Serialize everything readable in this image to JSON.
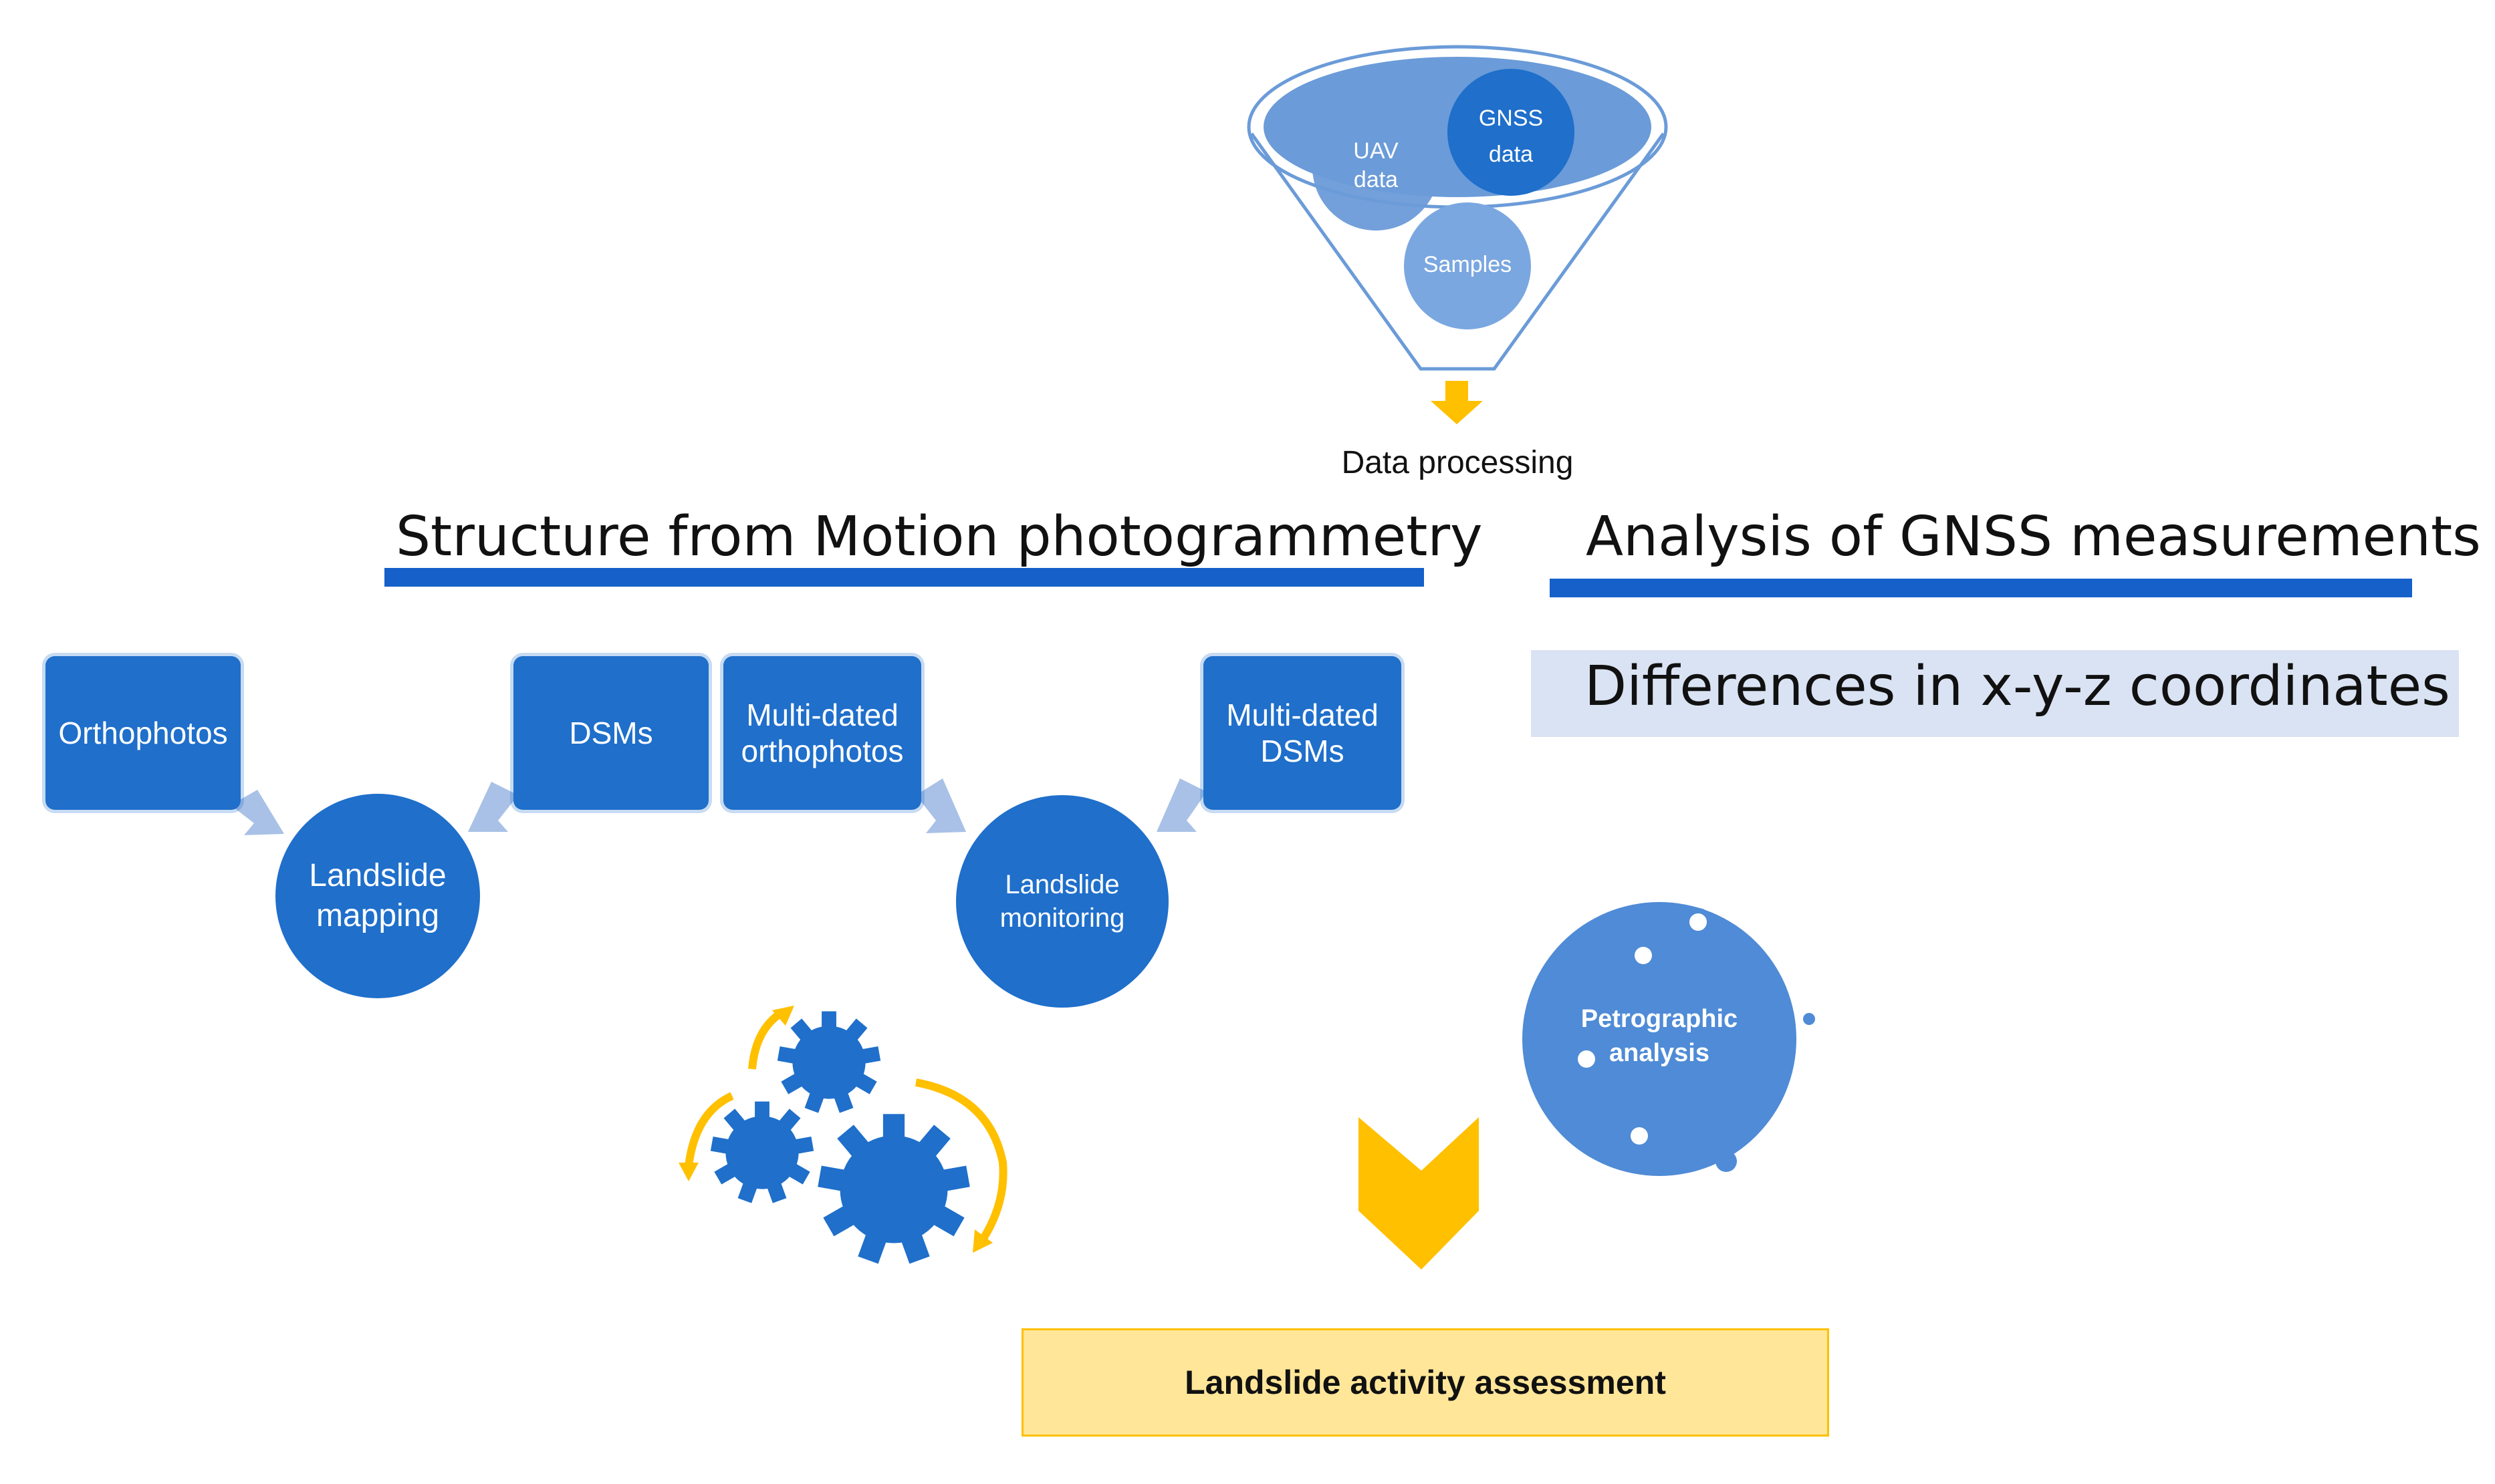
{
  "funnel": {
    "items": [
      "UAV data",
      "GNSS data",
      "Samples"
    ],
    "uav_label": "UAV\ndata",
    "gnss_label": "GNSS\ndata",
    "samples_label": "Samples",
    "output_label": "Data processing"
  },
  "sfm": {
    "heading": "Structure from Motion photogrammetry",
    "orthophotos": "Orthophotos",
    "dsms": "DSMs",
    "multi_orthophotos": "Multi-dated\northophotos",
    "multi_dsms": "Multi-dated\nDSMs",
    "landslide_mapping": "Landslide\nmapping",
    "landslide_monitoring": "Landslide\nmonitoring"
  },
  "gnss": {
    "heading": "Analysis of GNSS measurements",
    "differences": "Differences in x-y-z coordinates"
  },
  "petrographic": {
    "label": "Petrographic\nanalysis"
  },
  "result": {
    "label": "Landslide activity assessment"
  },
  "colors": {
    "primary_blue": "#1f6fcb",
    "light_blue": "#5b9bd5",
    "arrow_blue": "#a9c1e6",
    "yellow": "#ffc000",
    "result_fill": "#ffe699",
    "gnss_box_fill": "#dae3f3"
  }
}
